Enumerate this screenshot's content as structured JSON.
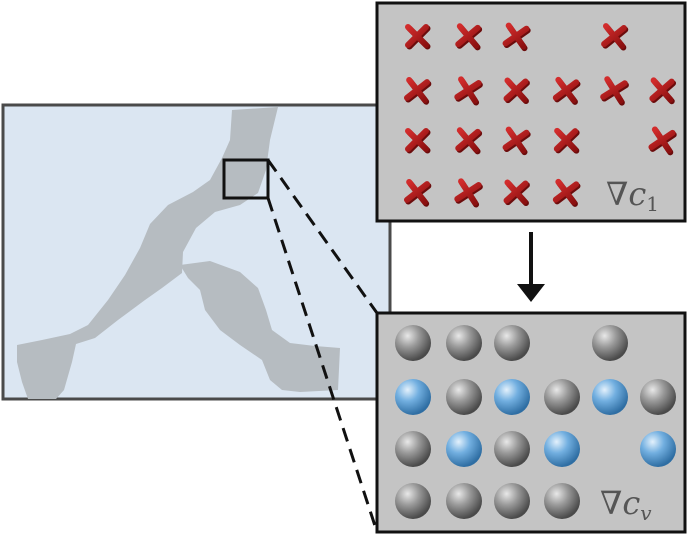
{
  "colors": {
    "map_background": "#dbe6f2",
    "channel": "#b6bcc1",
    "panel_background": "#c4c4c4",
    "border": "#111111",
    "map_border": "#4a4a4a",
    "cross": "#b51d1d",
    "particle_gray": "#8b8b8b",
    "particle_blue": "#6aa6d8",
    "label_text": "#555555"
  },
  "icons": {
    "marker": "x-mark-icon",
    "particle": "sphere-icon"
  },
  "top_panel": {
    "label_symbol": "∇",
    "label_var": "c",
    "label_sub": "1",
    "crosses": [
      [
        1,
        1,
        1,
        0,
        1,
        0
      ],
      [
        1,
        1,
        1,
        1,
        1,
        1
      ],
      [
        1,
        1,
        1,
        1,
        0,
        1
      ],
      [
        1,
        1,
        1,
        1,
        0,
        0
      ]
    ]
  },
  "bottom_panel": {
    "label_symbol": "∇",
    "label_var": "c",
    "label_sub": "v",
    "particles": [
      [
        "gray",
        "gray",
        "gray",
        "none",
        "gray",
        "none"
      ],
      [
        "blue",
        "gray",
        "blue",
        "gray",
        "blue",
        "gray"
      ],
      [
        "gray",
        "blue",
        "gray",
        "blue",
        "none",
        "blue"
      ],
      [
        "gray",
        "gray",
        "gray",
        "gray",
        "none",
        "none"
      ]
    ]
  }
}
